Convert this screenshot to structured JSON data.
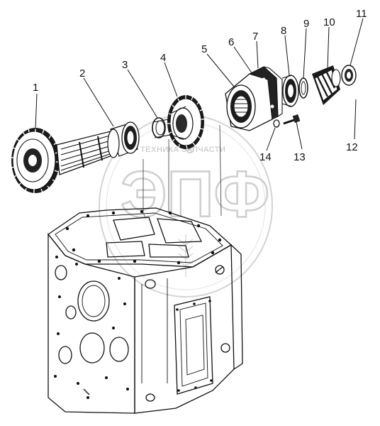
{
  "watermark": {
    "brand_line": "ТЕХНИКА  ЗАПЧАСТИ",
    "logo_letters": "ЭПФ"
  },
  "callouts": [
    {
      "id": "1",
      "text": "1"
    },
    {
      "id": "2",
      "text": "2"
    },
    {
      "id": "3",
      "text": "3"
    },
    {
      "id": "4",
      "text": "4"
    },
    {
      "id": "5",
      "text": "5"
    },
    {
      "id": "6",
      "text": "6"
    },
    {
      "id": "7",
      "text": "7"
    },
    {
      "id": "8",
      "text": "8"
    },
    {
      "id": "9",
      "text": "9"
    },
    {
      "id": "10",
      "text": "10"
    },
    {
      "id": "11",
      "text": "11"
    },
    {
      "id": "12",
      "text": "12"
    },
    {
      "id": "13",
      "text": "13"
    },
    {
      "id": "14",
      "text": "14"
    }
  ]
}
